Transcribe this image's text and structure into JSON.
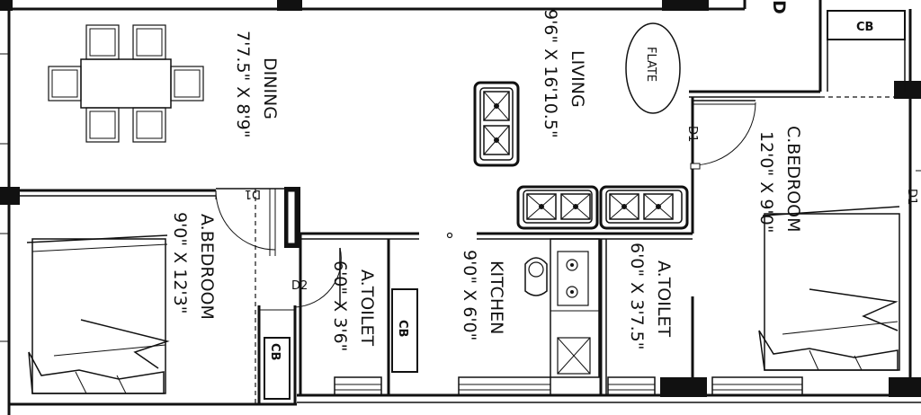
{
  "rooms": {
    "dining": {
      "name": "DINING",
      "size": "7'7.5\" X 8'9\""
    },
    "living": {
      "name": "LIVING",
      "size": "9'6\" X 16'10.5\""
    },
    "c_bedroom": {
      "name": "C.BEDROOM",
      "size": "12'0\" X 9'0\""
    },
    "a_bedroom": {
      "name": "A.BEDROOM",
      "size": "9'0\" X 12'3\""
    },
    "a_toilet_left": {
      "name": "A.TOILET",
      "size": "6'0\" X 3'6\""
    },
    "kitchen": {
      "name": "KITCHEN",
      "size": "9'0\" X 6'0\""
    },
    "a_toilet_right": {
      "name": "A.TOILET",
      "size": "6'0\" X 3'7.5\""
    }
  },
  "labels": {
    "flate": "FLATE",
    "cb_top": "CB",
    "cb_mid": "CB",
    "cb_bottom": "CB",
    "door_d1_living": "D1",
    "door_d1_bedroom": "D1",
    "door_d1_right": "D1",
    "door_d2": "D2",
    "partial_top": "D"
  }
}
